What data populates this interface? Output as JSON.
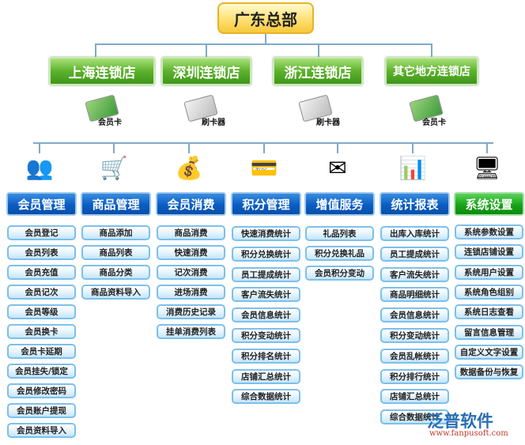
{
  "hq": "广东总部",
  "stores": [
    {
      "label": "上海连锁店",
      "device": "会员卡"
    },
    {
      "label": "深圳连锁店",
      "device": "刷卡器"
    },
    {
      "label": "浙江连锁店",
      "device": "刷卡器"
    },
    {
      "label": "其它地方连锁店",
      "device": "会员卡"
    }
  ],
  "columns": [
    {
      "title": "会员管理",
      "icon": "members-icon",
      "items": [
        "会员登记",
        "会员列表",
        "会员充值",
        "会员记次",
        "会员等级",
        "会员换卡",
        "会员卡延期",
        "会员挂失/锁定",
        "会员修改密码",
        "会员账户提现",
        "会员资料导入"
      ]
    },
    {
      "title": "商品管理",
      "icon": "shopping-cart-icon",
      "items": [
        "商品添加",
        "商品列表",
        "商品分类",
        "商品资料导入"
      ]
    },
    {
      "title": "会员消费",
      "icon": "consumption-icon",
      "items": [
        "商品消费",
        "快速消费",
        "记次消费",
        "进场消费",
        "消费历史记录",
        "挂单消费列表"
      ]
    },
    {
      "title": "积分管理",
      "icon": "points-card-icon",
      "items": [
        "快速消费统计",
        "积分兑换统计",
        "员工提成统计",
        "客户流失统计",
        "会员信息统计",
        "积分变动统计",
        "积分排名统计",
        "店铺汇总统计",
        "综合数据统计"
      ]
    },
    {
      "title": "增值服务",
      "icon": "mail-icon",
      "items": [
        "礼品列表",
        "积分兑换礼品",
        "会员积分变动"
      ]
    },
    {
      "title": "统计报表",
      "icon": "report-icon",
      "items": [
        "出库入库统计",
        "员工提成统计",
        "客户流失统计",
        "商品明细统计",
        "会员信息统计",
        "积分变动统计",
        "会员乱帐统计",
        "积分排行统计",
        "店铺汇总统计",
        "综合数据统计"
      ]
    },
    {
      "title": "系统设置",
      "icon": "computer-settings-icon",
      "items": [
        "系统参数设置",
        "连锁店铺设置",
        "系统用户设置",
        "系统角色组别",
        "系统日志查看",
        "留言信息管理",
        "自定义文字设置",
        "数据备份与恢复"
      ]
    }
  ],
  "brand": {
    "name": "泛普软件",
    "url": "www.fanpusoft.com"
  },
  "colors": {
    "blue": "#0a5dc2",
    "green": "#18a418",
    "store_green": "#5cb22c",
    "hq_yellow": "#ffe27a"
  }
}
